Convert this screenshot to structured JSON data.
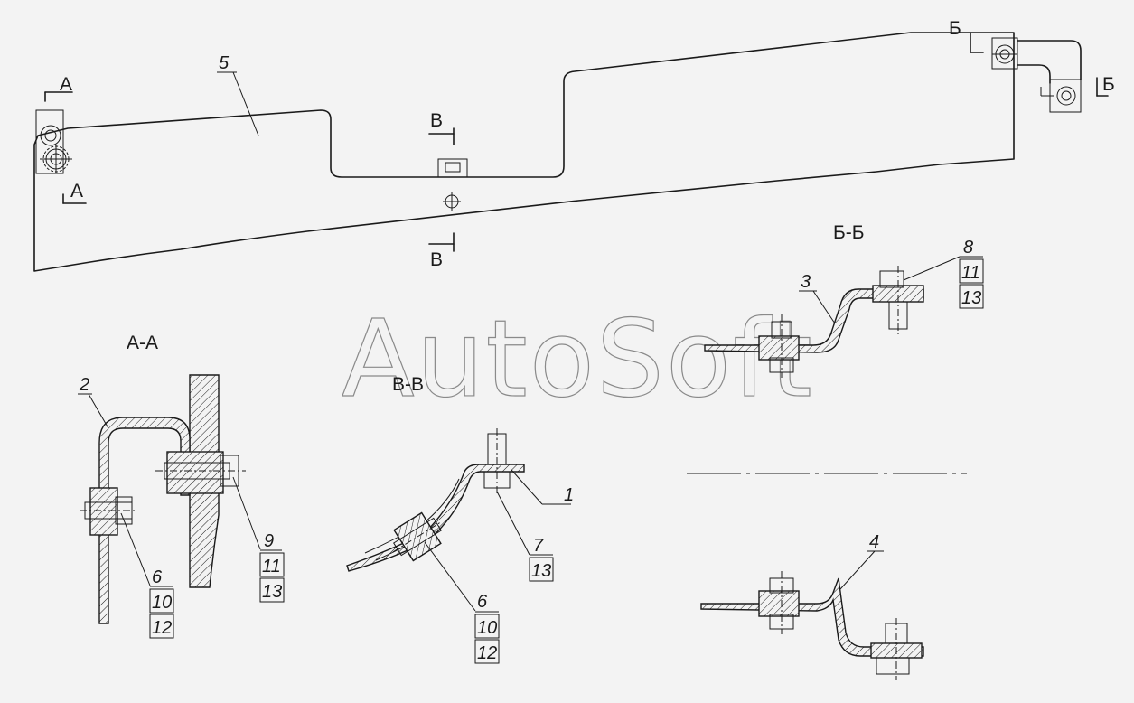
{
  "watermark": "AutoSoft",
  "sections": {
    "aa_title": "А-А",
    "bb_title": "Б-Б",
    "vv_title": "В-В",
    "cut_a": "А",
    "cut_b": "Б",
    "cut_v": "В"
  },
  "callouts": {
    "c1": "1",
    "c2": "2",
    "c3": "3",
    "c4": "4",
    "c5": "5",
    "aa_bolt_left": {
      "top": "6",
      "mid": "10",
      "bot": "12"
    },
    "aa_bolt_right": {
      "top": "9",
      "mid": "11",
      "bot": "13"
    },
    "vv_bolt_left": {
      "top": "6",
      "mid": "10",
      "bot": "12"
    },
    "vv_bolt_right": {
      "top": "7",
      "mid": "13"
    },
    "bb_bolt": {
      "top": "8",
      "mid": "11",
      "bot": "13"
    }
  }
}
